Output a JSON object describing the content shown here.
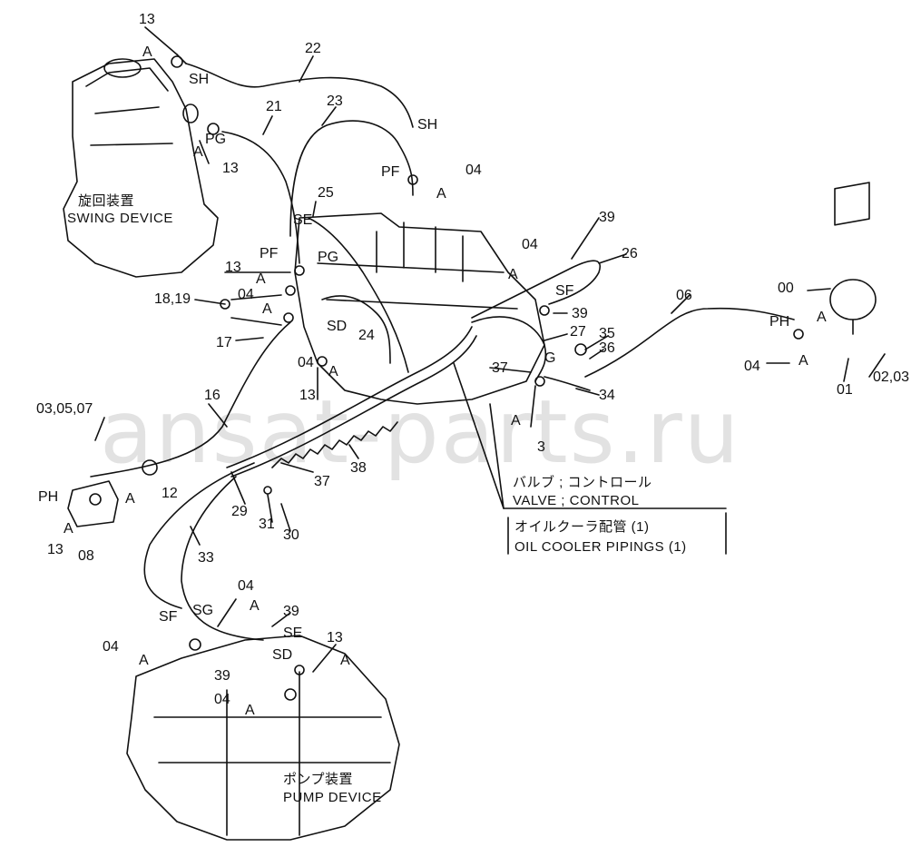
{
  "watermark": "ansat-parts.ru",
  "devices": {
    "swing_jp": "旋回装置",
    "swing_en": "SWING DEVICE",
    "pump_jp": "ポンプ装置",
    "pump_en": "PUMP DEVICE",
    "valve_jp": "バルブ ; コントロール",
    "valve_en": "VALVE ; CONTROL",
    "cooler_jp": "オイルクーラ配管 (1)",
    "cooler_en": "OIL COOLER PIPINGS (1)"
  },
  "labels": [
    "13",
    "A",
    "SH",
    "22",
    "21",
    "23",
    "A",
    "PG",
    "13",
    "SH",
    "PF",
    "04",
    "A",
    "25",
    "SE",
    "PF",
    "PG",
    "13",
    "A",
    "04",
    "A",
    "18,19",
    "SD",
    "24",
    "17",
    "04",
    "A",
    "13",
    "16",
    "03,05,07",
    "PH",
    "A",
    "A",
    "12",
    "13",
    "08",
    "37",
    "38",
    "37",
    "29",
    "31",
    "30",
    "33",
    "04",
    "A",
    "39",
    "SE",
    "SF",
    "SG",
    "04",
    "A",
    "39",
    "SD",
    "04",
    "A",
    "13",
    "A",
    "39",
    "26",
    "04",
    "A",
    "SF",
    "39",
    "27",
    "G",
    "35",
    "36",
    "06",
    "00",
    "A",
    "PH",
    "04",
    "A",
    "02,03",
    "01",
    "34",
    "A",
    "3"
  ]
}
